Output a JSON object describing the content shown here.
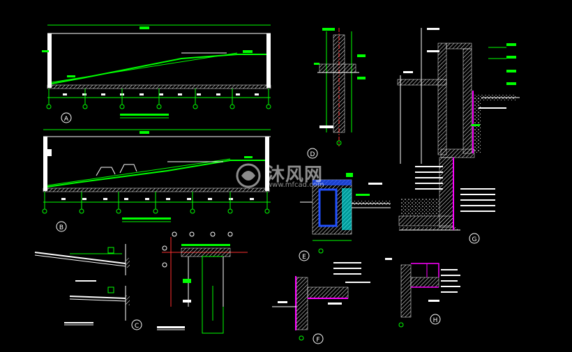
{
  "colors": {
    "background": "#000000",
    "green": "#00ff00",
    "white": "#ffffff",
    "red": "#ff3030",
    "cyan": "#00ffff",
    "blue": "#2050ff",
    "magenta": "#ff00ff",
    "yellow": "#ffff00"
  },
  "detail_markers": {
    "A": "A",
    "B": "B",
    "C": "C",
    "D": "D",
    "E": "E",
    "F": "F",
    "G": "G",
    "H": "H"
  },
  "watermark": {
    "brand": "沐风网",
    "url": "www.mfcad.com"
  }
}
